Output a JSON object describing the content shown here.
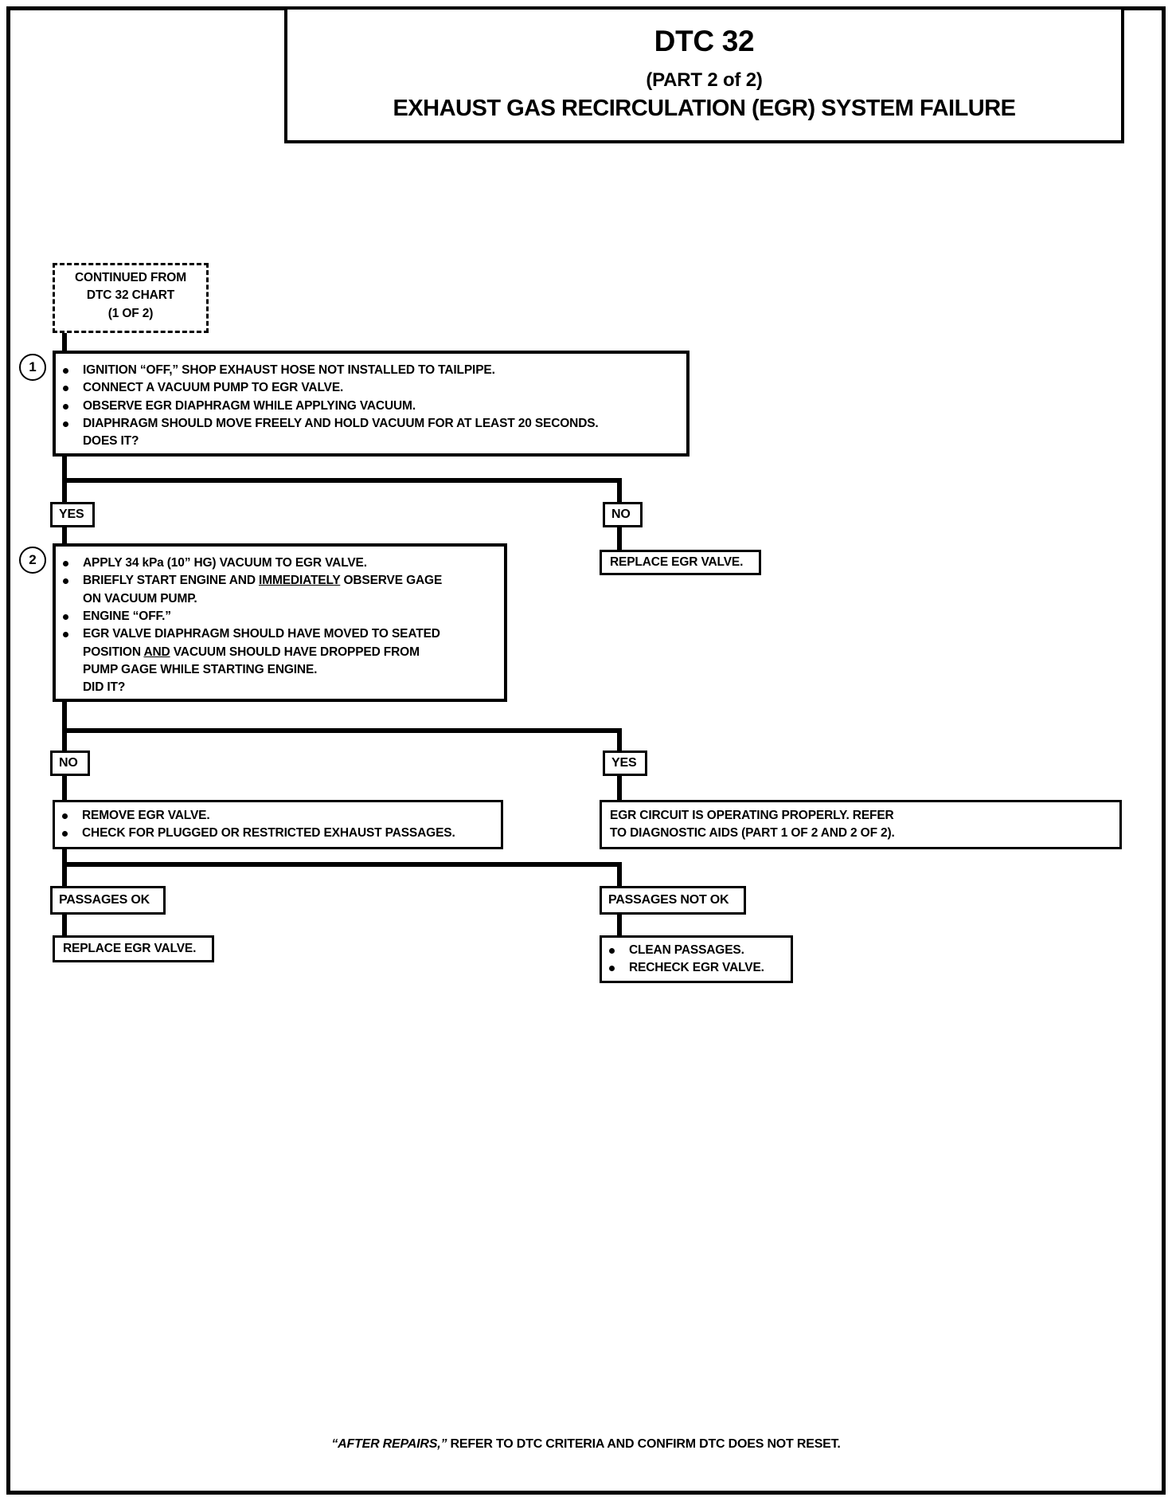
{
  "header": {
    "code": "DTC 32",
    "part": "(PART 2 of 2)",
    "subtitle": "EXHAUST GAS RECIRCULATION (EGR) SYSTEM FAILURE"
  },
  "nodes": {
    "continued_from": {
      "line1": "CONTINUED FROM",
      "line2": "DTC 32 CHART",
      "line3": "(1 OF 2)"
    },
    "step1": {
      "number": "1",
      "bullets": [
        "IGNITION “OFF,” SHOP EXHAUST HOSE NOT INSTALLED TO TAILPIPE.",
        "CONNECT A VACUUM PUMP TO EGR VALVE.",
        "OBSERVE EGR DIAPHRAGM WHILE APPLYING VACUUM.",
        "DIAPHRAGM SHOULD MOVE FREELY AND HOLD VACUUM FOR AT LEAST 20 SECONDS."
      ],
      "question": "DOES IT?"
    },
    "step1_yes_tag": "YES",
    "step1_no_tag": "NO",
    "replace_egr_valve_top": "REPLACE EGR VALVE.",
    "step2": {
      "number": "2",
      "b1": "APPLY 34 kPa (10” HG) VACUUM TO EGR VALVE.",
      "b2_a": "BRIEFLY START ENGINE AND ",
      "b2_u": "IMMEDIATELY",
      "b2_b": " OBSERVE GAGE",
      "b2_cont": "ON VACUUM PUMP.",
      "b3": "ENGINE “OFF.”",
      "b4": "EGR VALVE DIAPHRAGM SHOULD HAVE MOVED TO SEATED",
      "b4_c1_a": "POSITION ",
      "b4_c1_u": "AND",
      "b4_c1_b": " VACUUM SHOULD HAVE DROPPED FROM",
      "b4_c2": "PUMP GAGE WHILE STARTING ENGINE.",
      "question": "DID IT?"
    },
    "step2_no_tag": "NO",
    "step2_yes_tag": "YES",
    "remove_egr": {
      "bullets": [
        "REMOVE EGR VALVE.",
        "CHECK FOR PLUGGED OR RESTRICTED EXHAUST PASSAGES."
      ]
    },
    "egr_ok": {
      "line1": "EGR CIRCUIT IS OPERATING PROPERLY.  REFER",
      "line2": "TO DIAGNOSTIC AIDS (PART 1 OF 2 AND 2 OF 2)."
    },
    "passages_ok_tag": "PASSAGES OK",
    "passages_not_ok_tag": "PASSAGES NOT OK",
    "replace_egr_valve_bottom": "REPLACE EGR VALVE.",
    "clean": {
      "bullets": [
        "CLEAN PASSAGES.",
        "RECHECK EGR VALVE."
      ]
    }
  },
  "footer": {
    "emphasis": "“AFTER REPAIRS,”",
    "rest": " REFER TO DTC CRITERIA AND CONFIRM DTC DOES NOT RESET."
  }
}
